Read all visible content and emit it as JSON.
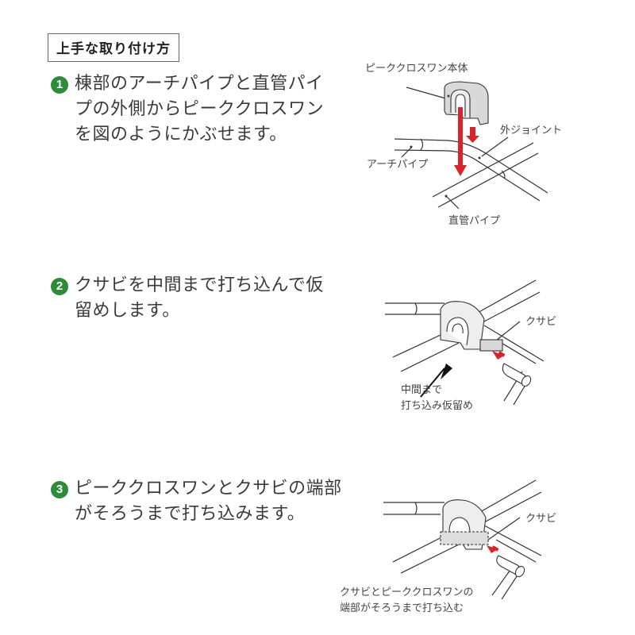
{
  "heading": "上手な取り付け方",
  "colors": {
    "step_badge": "#2e8b3a",
    "arrow": "#d9232d",
    "part_fill": "#d9d9d9"
  },
  "steps": [
    {
      "number": "1",
      "lines": [
        "棟部のアーチパイプと直管パイ",
        "プの外側からピーククロスワン",
        "を図のようにかぶせます。"
      ],
      "diagram_labels": {
        "body": "ピーククロスワン本体",
        "outer_joint": "外ジョイント",
        "arch_pipe": "アーチパイプ",
        "straight_pipe": "直管パイプ"
      }
    },
    {
      "number": "2",
      "lines": [
        "クサビを中間まで打ち込んで仮",
        "留めします。"
      ],
      "diagram_labels": {
        "wedge": "クサビ",
        "note_line1": "中間まで",
        "note_line2": "打ち込み仮留め"
      }
    },
    {
      "number": "3",
      "lines": [
        "ピーククロスワンとクサビの端部",
        "がそろうまで打ち込みます。"
      ],
      "diagram_labels": {
        "wedge": "クサビ",
        "note_line1": "クサビとピーククロスワンの",
        "note_line2": "端部がそろうまで打ち込む"
      }
    }
  ]
}
